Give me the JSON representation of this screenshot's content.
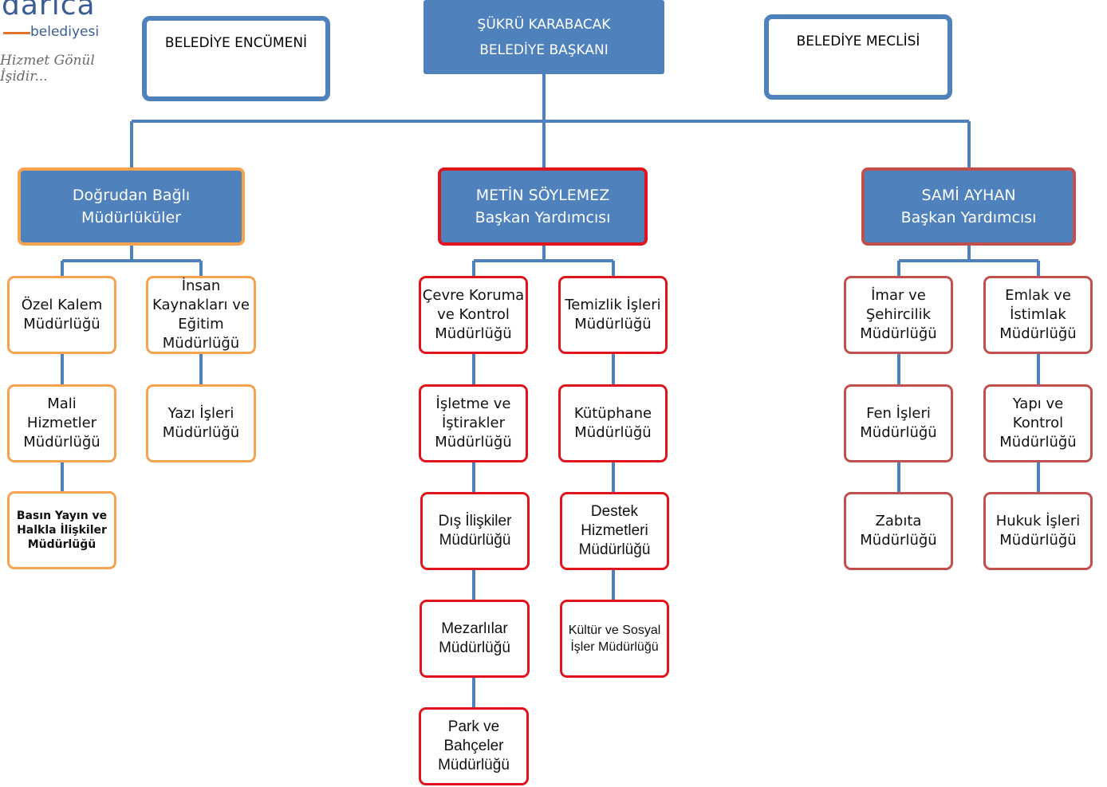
{
  "logo": {
    "brand": "darica",
    "sub": "belediyesi",
    "slogan": "Hizmet Gönül İşidir..."
  },
  "top": {
    "mayor": "ŞÜKRÜ KARABACAK\nBELEDİYE BAŞKANI",
    "council_left": "BELEDİYE ENCÜMENİ",
    "council_right": "BELEDİYE MECLİSİ"
  },
  "level2": {
    "left": "Doğrudan Bağlı\nMüdürlüküler",
    "center": "METİN SÖYLEMEZ\nBaşkan Yardımcısı",
    "right": "SAMİ AYHAN\nBaşkan Yardımcısı"
  },
  "departments": {
    "ozel_kalem": "Özel Kalem\nMüdürlüğü",
    "insan_kaynaklari": "İnsan\nKaynakları ve\nEğitim\nMüdürlüğü",
    "mali_hizmetler": "Mali\nHizmetler\nMüdürlüğü",
    "yazi_isleri": "Yazı İşleri\nMüdürlüğü",
    "basin_yayin": "Basın Yayın ve\nHalkla İlişkiler\nMüdürlüğü",
    "cevre_koruma": "Çevre Koruma\nve Kontrol\nMüdürlüğü",
    "temizlik_isleri": "Temizlik İşleri\nMüdürlüğü",
    "isletme": "İşletme ve\nİştirakler\nMüdürlüğü",
    "kutuphane": "Kütüphane\nMüdürlüğü",
    "dis_iliskiler": "Dış İlişkiler\nMüdürlüğü",
    "destek": "Destek\nHizmetleri\nMüdürlüğü",
    "mezarliklar": "Mezarlılar\nMüdürlüğü",
    "kultur": "Kültür ve Sosyal\nİşler Müdürlüğü",
    "park": "Park ve\nBahçeler\nMüdürlüğü",
    "imar": "İmar ve\nŞehircilik\nMüdürlüğü",
    "emlak": "Emlak ve\nİstimlak\nMüdürlüğü",
    "fen_isleri": "Fen İşleri\nMüdürlüğü",
    "yapi_kontrol": "Yapı ve\nKontrol\nMüdürlüğü",
    "zabita": "Zabıta\nMüdürlüğü",
    "hukuk": "Hukuk İşleri\nMüdürlüğü"
  },
  "colors": {
    "connector": "#4f81bd",
    "box_fill": "#4f81bd",
    "direct_border": "#f5a34f",
    "deputy1_border": "#e0141c",
    "deputy2_border": "#c0504d"
  }
}
